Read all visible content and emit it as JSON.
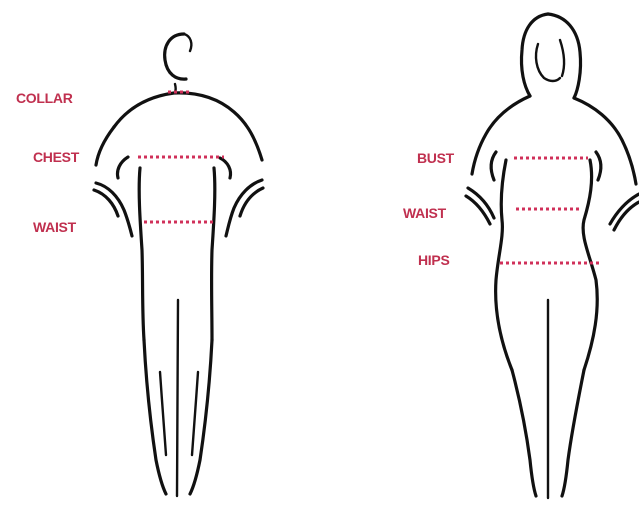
{
  "male": {
    "labels": {
      "collar": "COLLAR",
      "chest": "CHEST",
      "waist": "WAIST"
    }
  },
  "female": {
    "labels": {
      "bust": "BUST",
      "waist": "WAIST",
      "hips": "HIPS"
    }
  },
  "colors": {
    "label": "#c0304f",
    "measure_line": "#d0305a",
    "outline": "#111111",
    "background": "#ffffff"
  }
}
